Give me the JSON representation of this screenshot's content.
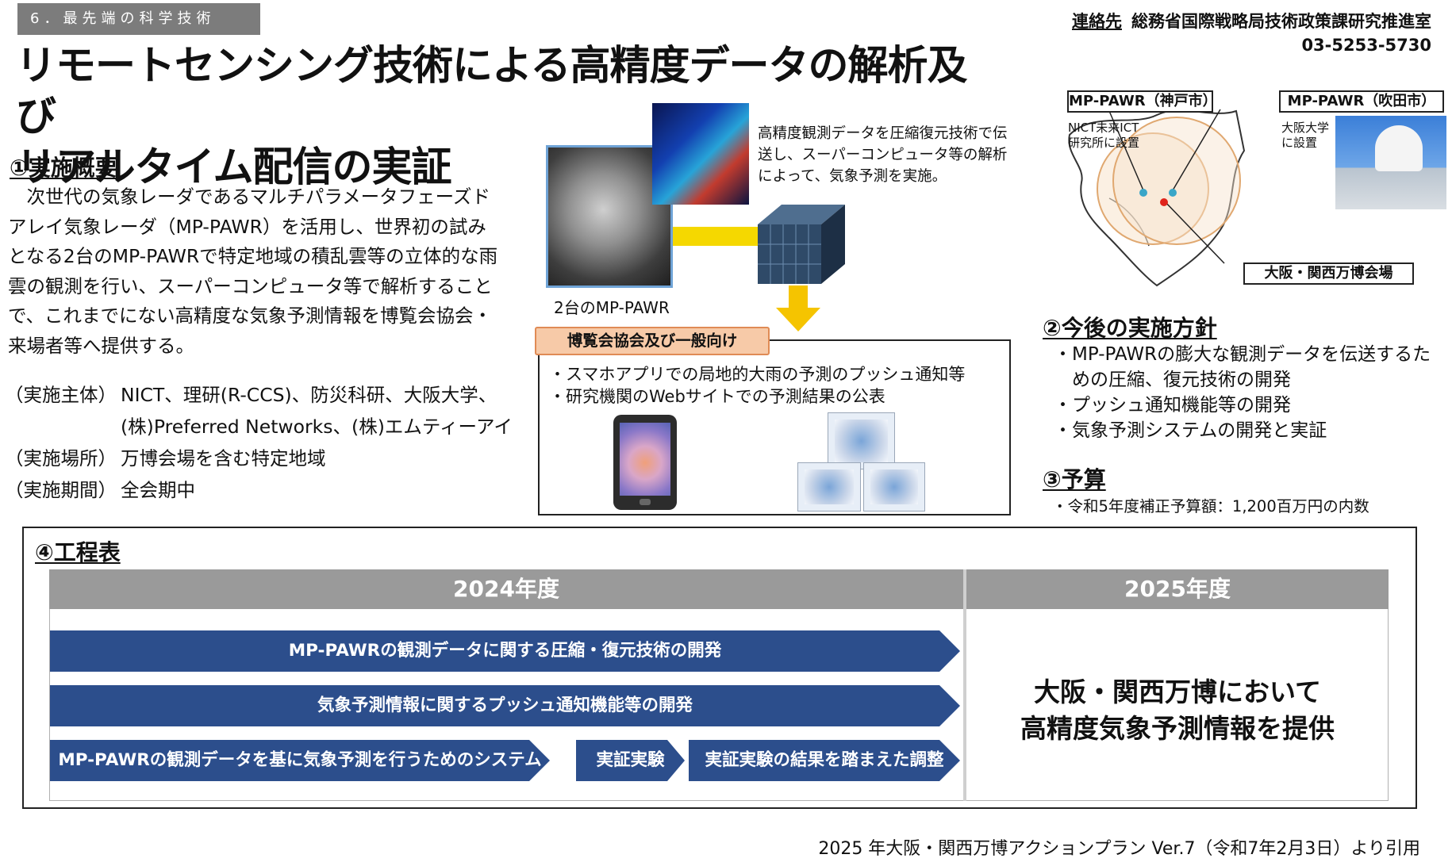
{
  "section_tag": "6．最先端の科学技術",
  "contact": {
    "label": "連絡先",
    "org": "総務省国際戦略局技術政策課研究推進室",
    "phone": "03-5253-5730"
  },
  "title": {
    "line1": "リモートセンシング技術による高精度データの解析及び",
    "line2": "リアルタイム配信の実証"
  },
  "overview": {
    "heading": "①実施概要",
    "body": "　次世代の気象レーダであるマルチパラメータフェーズドアレイ気象レーダ（MP-PAWR）を活用し、世界初の試みとなる2台のMP-PAWRで特定地域の積乱雲等の立体的な雨雲の観測を行い、スーパーコンピュータ等で解析することで、これまでにない高精度な気象予測情報を博覧会協会・来場者等へ提供する。"
  },
  "implementation": {
    "entity_label": "（実施主体）",
    "entity_1": "NICT、理研(R-CCS)、防災科研、大阪大学、",
    "entity_2": "(株)Preferred Networks、(株)エムティーアイ",
    "place_label": "（実施場所）",
    "place": "万博会場を含む特定地域",
    "period_label": "（実施期間）",
    "period": "全会期中"
  },
  "figure": {
    "sim_text": "高精度観測データを圧縮復元技術で伝送し、スーパーコンピュータ等の解析によって、気象予測を実施。",
    "radar_caption": "2台のMP-PAWR",
    "public_tab": "博覧会協会及び一般向け",
    "public_item_1": "・スマホアプリでの局地的大雨の予測のプッシュ通知等",
    "public_item_2": "・研究機関のWebサイトでの予測結果の公表"
  },
  "map": {
    "tag_kobe": "MP-PAWR（神戸市）",
    "tag_suita": "MP-PAWR（吹田市）",
    "note_nict_1": "NICT未来ICT",
    "note_nict_2": "研究所に設置",
    "note_osaka_1": "大阪大学",
    "note_osaka_2": "に設置",
    "tag_expo": "大阪・関西万博会場"
  },
  "policy": {
    "heading": "②今後の実施方針",
    "item_1a": "・MP-PAWRの膨大な観測データを伝送するた",
    "item_1b": "　めの圧縮、復元技術の開発",
    "item_2": "・プッシュ通知機能等の開発",
    "item_3": "・気象予測システムの開発と実証"
  },
  "budget": {
    "heading": "③予算",
    "text": "・令和5年度補正予算額：1,200百万円の内数"
  },
  "schedule": {
    "heading": "④工程表",
    "year_1": "2024年度",
    "year_2": "2025年度",
    "bar_1": "MP-PAWRの観測データに関する圧縮・復元技術の開発",
    "bar_2": "気象予測情報に関するプッシュ通知機能等の開発",
    "bar_3a": "MP-PAWRの観測データを基に気象予測を行うためのシステム開発",
    "bar_3b": "実証実験",
    "bar_3c": "実証実験の結果を踏まえた調整",
    "goal_1": "大阪・関西万博において",
    "goal_2": "高精度気象予測情報を提供"
  },
  "source": "2025 年大阪・関西万博アクションプラン Ver.7（令和7年2月3日）より引用",
  "colors": {
    "schedule_bar": "#2c4e8c",
    "year_header": "#9a9a9a",
    "public_tab_fill": "#f7caa8",
    "flow_arrow": "#f5d800",
    "section_tag": "#7c7c7c"
  }
}
